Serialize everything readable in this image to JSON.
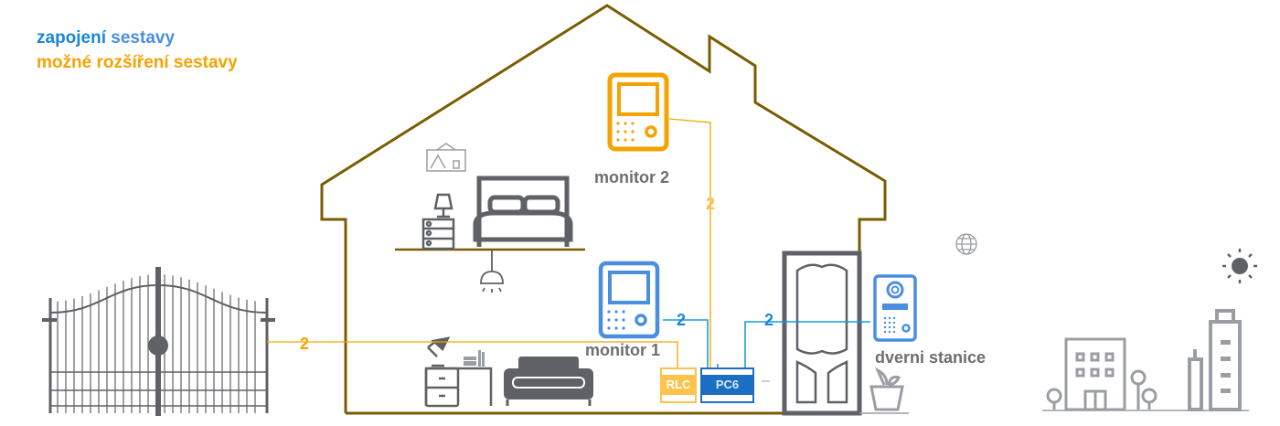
{
  "legend": {
    "connection_word1": "zapojení",
    "connection_word2": "sestavy",
    "extension": "možné rozšíření sestavy"
  },
  "colors": {
    "connection": "#1a86d9",
    "extension": "#f5a300",
    "house_outline": "#7a5c00",
    "furniture": "#5f6166",
    "label_text": "#6d6e71"
  },
  "devices": {
    "monitor2": {
      "label": "monitor 2",
      "type": "extension"
    },
    "monitor1": {
      "label": "monitor 1",
      "type": "connection"
    },
    "door_station": {
      "label": "dverni stanice",
      "type": "connection"
    },
    "rlc": {
      "label": "RLC",
      "type": "extension"
    },
    "pc6": {
      "label": "PC6",
      "type": "connection"
    }
  },
  "wires": [
    {
      "from": "monitor2",
      "to": "pc6",
      "count": "2",
      "type": "extension"
    },
    {
      "from": "monitor1",
      "to": "pc6",
      "count": "2",
      "type": "connection"
    },
    {
      "from": "door_station",
      "to": "pc6",
      "count": "2",
      "type": "connection"
    },
    {
      "from": "gate",
      "to": "rlc",
      "count": "2",
      "type": "extension"
    }
  ],
  "icons": [
    "gate-icon",
    "house-outline",
    "bed-icon",
    "nightstand-icon",
    "picture-frame-icon",
    "ceiling-lamp-icon",
    "desk-icon",
    "sofa-icon",
    "door-icon",
    "plant-icon",
    "globe-icon",
    "sun-icon",
    "office-building-icon",
    "skyscraper-icon"
  ]
}
